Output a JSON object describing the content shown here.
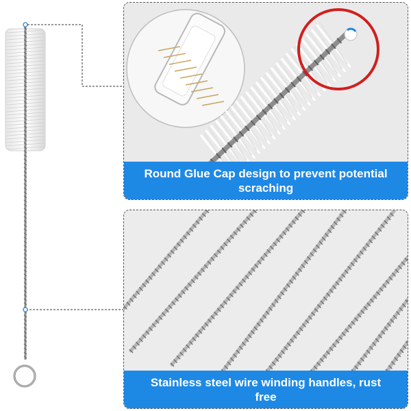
{
  "captions": {
    "glue_cap": "Round Glue Cap design to prevent potential scraching",
    "wire_handle": "Stainless steel wire winding handles, rust free"
  },
  "colors": {
    "caption_bg": "#1e88e5",
    "caption_text": "#ffffff",
    "highlight_circle": "#d21e1e",
    "bristle": "#ffffff",
    "wire": "#9a9a9a"
  },
  "icons": {
    "product": "bottle-brush",
    "callout_highlight": "red-circle"
  }
}
